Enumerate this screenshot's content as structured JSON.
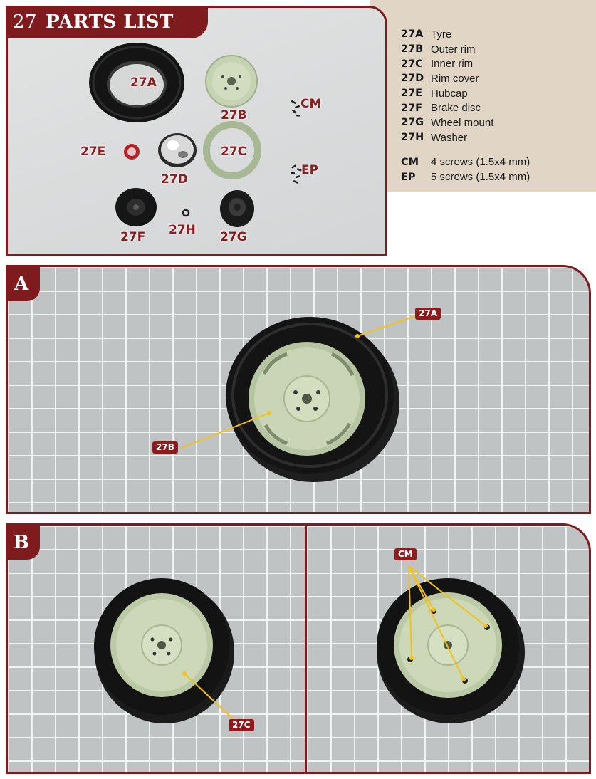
{
  "parts_list": {
    "step_number": "27",
    "title": "PARTS LIST",
    "photo_labels": {
      "a": "27A",
      "b": "27B",
      "c": "27C",
      "d": "27D",
      "e": "27E",
      "f": "27F",
      "g": "27G",
      "h": "27H",
      "cm": "CM",
      "ep": "EP"
    },
    "items": [
      {
        "code": "27A",
        "desc": "Tyre"
      },
      {
        "code": "27B",
        "desc": "Outer rim"
      },
      {
        "code": "27C",
        "desc": "Inner rim"
      },
      {
        "code": "27D",
        "desc": "Rim cover"
      },
      {
        "code": "27E",
        "desc": "Hubcap"
      },
      {
        "code": "27F",
        "desc": "Brake disc"
      },
      {
        "code": "27G",
        "desc": "Wheel mount"
      },
      {
        "code": "27H",
        "desc": "Washer"
      }
    ],
    "screws": [
      {
        "code": "CM",
        "desc": "4 screws (1.5x4 mm)"
      },
      {
        "code": "EP",
        "desc": "5 screws (1.5x4 mm)"
      }
    ]
  },
  "steps": {
    "a": {
      "badge": "A",
      "callouts": {
        "tyre": "27A",
        "outer_rim": "27B"
      }
    },
    "b": {
      "badge": "B",
      "callouts": {
        "inner_rim": "27C",
        "screws": "CM"
      }
    }
  },
  "colors": {
    "brand": "#7d1b1e",
    "label_red": "#8e1c1f",
    "leader_yellow": "#f2c21b",
    "rim_green": "#c6d3b2",
    "legend_bg": "#e1d6c6"
  }
}
